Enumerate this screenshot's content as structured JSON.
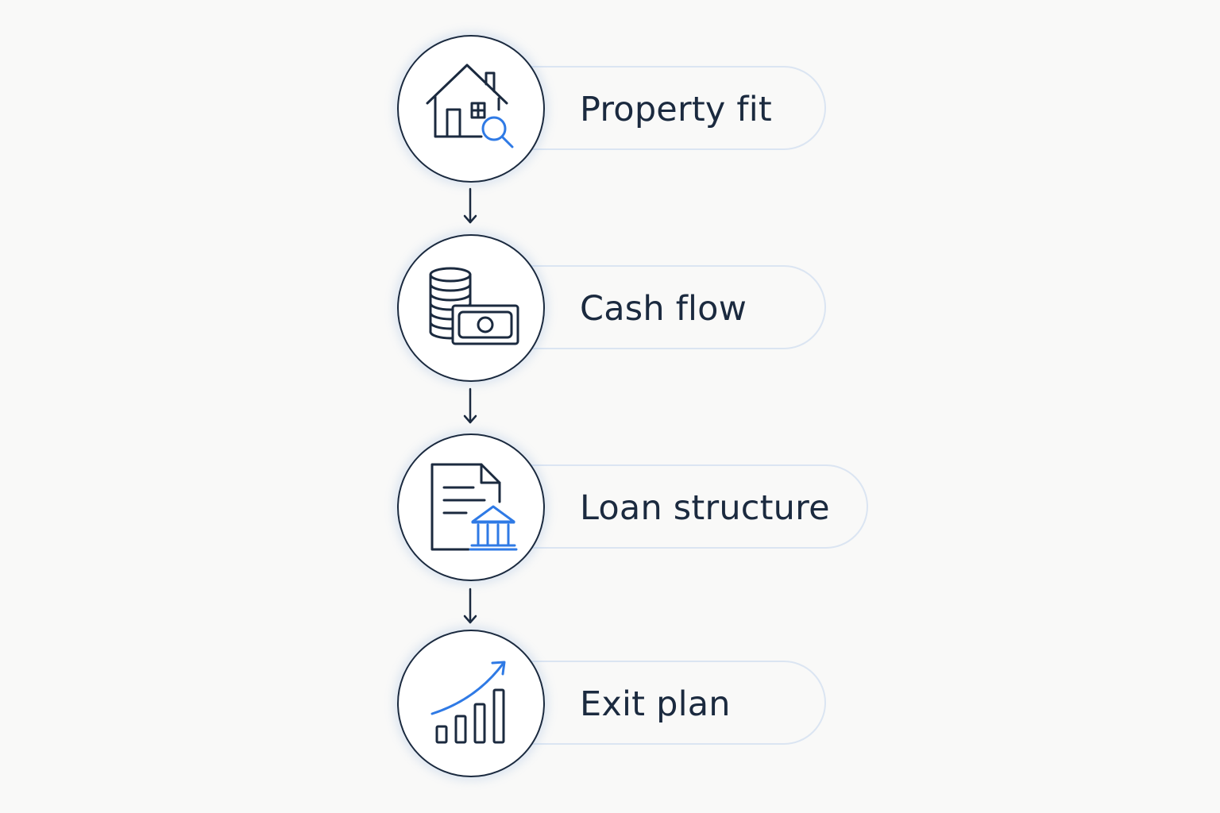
{
  "steps": [
    {
      "label": "Property fit",
      "icon": "house-search-icon"
    },
    {
      "label": "Cash flow",
      "icon": "coins-cash-icon"
    },
    {
      "label": "Loan structure",
      "icon": "document-bank-icon"
    },
    {
      "label": "Exit plan",
      "icon": "growth-chart-icon"
    }
  ],
  "colors": {
    "outline": "#1b2a3f",
    "accent": "#2f7ae5",
    "pill_border": "#dbe5f2",
    "background": "#f9f9f8"
  }
}
